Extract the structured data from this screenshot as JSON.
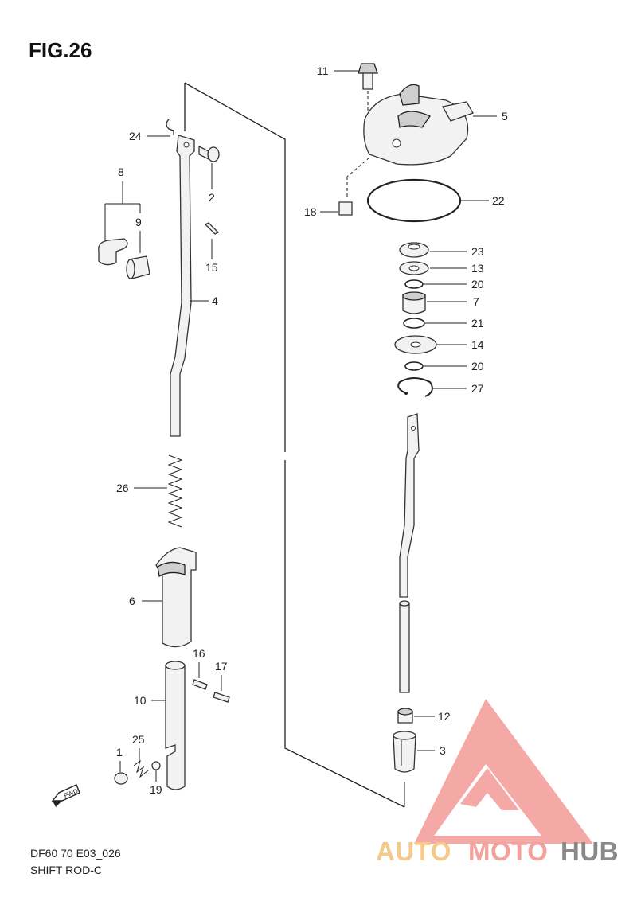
{
  "figure": {
    "title": "FIG.26",
    "model_code": "DF60 70 E03_026",
    "subtitle": "SHIFT ROD-C"
  },
  "callouts": {
    "c1": "1",
    "c2": "2",
    "c3": "3",
    "c4": "4",
    "c5": "5",
    "c6": "6",
    "c7": "7",
    "c8": "8",
    "c9": "9",
    "c10": "10",
    "c11": "11",
    "c12": "12",
    "c13": "13",
    "c14": "14",
    "c15": "15",
    "c16": "16",
    "c17": "17",
    "c18": "18",
    "c19": "19",
    "c20a": "20",
    "c20b": "20",
    "c21": "21",
    "c22": "22",
    "c23": "23",
    "c24": "24",
    "c25": "25",
    "c26": "26",
    "c27": "27"
  },
  "fwd_label": "FWD",
  "watermark": {
    "part1": "AUTO",
    "part2": "MOTO",
    "part3": "HUB",
    "colors": {
      "auto": "#f5c98a",
      "moto": "#f4a19c",
      "hub": "#8a8a8a",
      "triangle": "#f49b98"
    }
  }
}
